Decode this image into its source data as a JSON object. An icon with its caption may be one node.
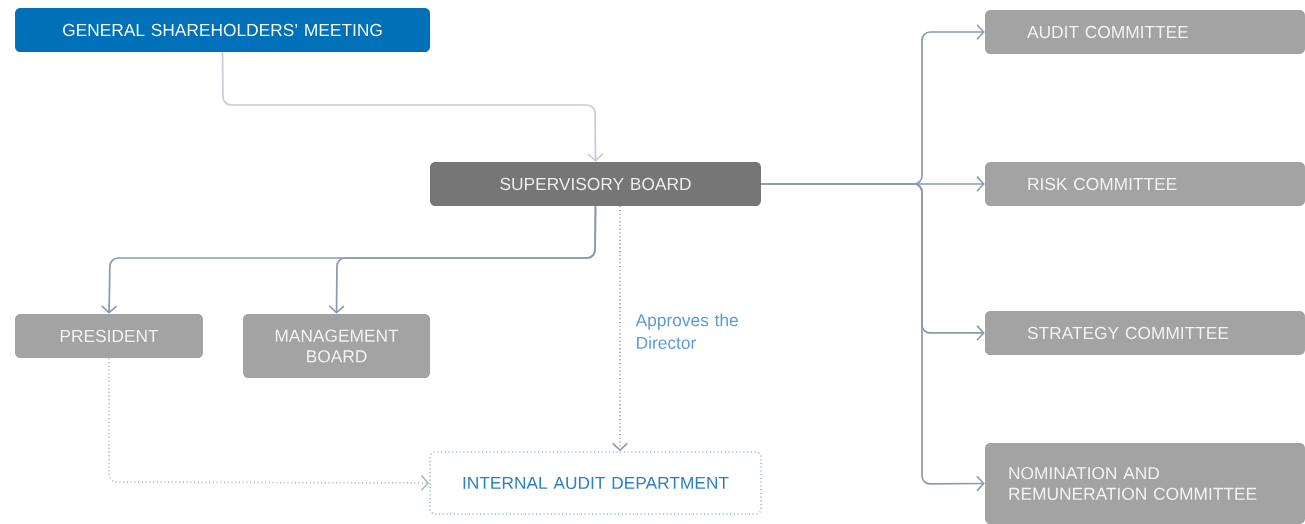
{
  "diagram": {
    "nodes": [
      {
        "text": [
          "GENERAL SHAREHOLDERS’ MEETING"
        ]
      },
      {
        "text": [
          "SUPERVISORY BOARD"
        ]
      },
      {
        "text": [
          "PRESIDENT"
        ]
      },
      {
        "text": [
          "MANAGEMENT BOARD"
        ]
      },
      {
        "text": [
          "INTERNAL AUDIT DEPARTMENT"
        ]
      },
      {
        "text": [
          "AUDIT COMMITTEE"
        ]
      },
      {
        "text": [
          "RISK COMMITTEE"
        ]
      },
      {
        "text": [
          "STRATEGY COMMITTEE"
        ]
      },
      {
        "text": [
          "NOMINATION AND REMUNERATION COMMITTEE"
        ]
      }
    ],
    "edges": [
      {
        "from": 0,
        "to": 1,
        "arrow": "to",
        "color": "#c8ccd6"
      },
      {
        "from": 1,
        "to": 2,
        "arrow": "to"
      },
      {
        "from": 1,
        "to": 3,
        "arrow": "to"
      },
      {
        "from": 1,
        "to": 4,
        "arrow": "to",
        "label": "Approves the Director",
        "style": "dashed"
      },
      {
        "from": 2,
        "to": 4,
        "arrow": "to",
        "style": "dashed",
        "color": "#b8b8b8"
      },
      {
        "from": 1,
        "to": 5,
        "arrow": "to"
      },
      {
        "from": 1,
        "to": 6,
        "arrow": "to"
      },
      {
        "from": 1,
        "to": 7,
        "arrow": "to"
      },
      {
        "from": 1,
        "to": 8,
        "arrow": "to"
      }
    ]
  }
}
